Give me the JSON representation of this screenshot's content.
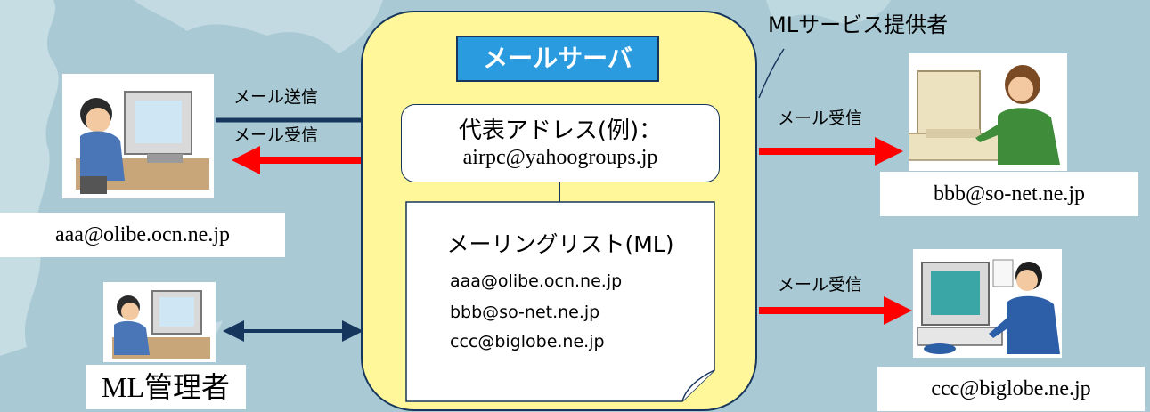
{
  "colors": {
    "background": "#a9c9d4",
    "server_fill": "#fff799",
    "server_title_bg": "#2b9be0",
    "send_arrow": "#17365d",
    "receive_arrow": "#ff0000",
    "admin_arrow": "#17365d"
  },
  "provider_label": "MLサービス提供者",
  "server": {
    "title": "メールサーバ",
    "representative_label": "代表アドレス(例)：",
    "representative_address": "airpc@yahoogroups.jp",
    "mailing_list_title": "メーリングリスト(ML)",
    "members": [
      "aaa@olibe.ocn.ne.jp",
      "bbb@so-net.ne.jp",
      "ccc@biglobe.ne.jp"
    ]
  },
  "sender": {
    "address": "aaa@olibe.ocn.ne.jp",
    "send_label": "メール送信",
    "receive_label": "メール受信",
    "icon": "person-at-computer-icon"
  },
  "admin": {
    "label": "ML管理者",
    "icon": "person-at-computer-icon"
  },
  "recipients": [
    {
      "address": "bbb@so-net.ne.jp",
      "receive_label": "メール受信",
      "icon": "woman-at-computer-icon"
    },
    {
      "address": "ccc@biglobe.ne.jp",
      "receive_label": "メール受信",
      "icon": "man-at-computer-icon"
    }
  ]
}
